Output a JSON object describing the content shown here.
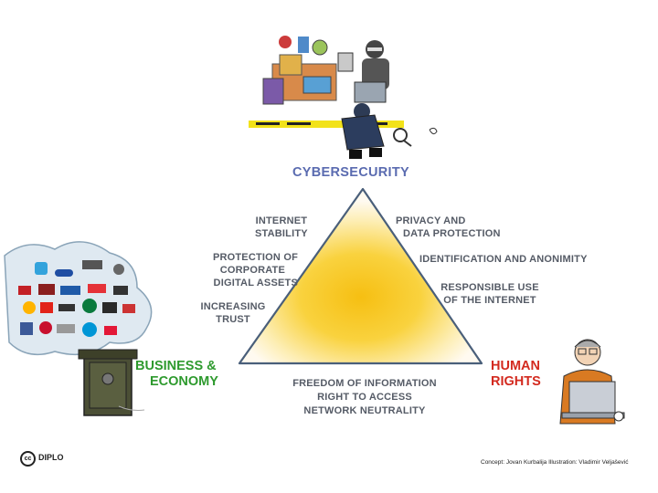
{
  "title": "CYBERSECURITY",
  "left_labels": {
    "internet_stability": [
      "INTERNET",
      "STABILITY"
    ],
    "protection": [
      "PROTECTION OF",
      "CORPORATE",
      "DIGITAL ASSETS"
    ],
    "trust": [
      "INCREASING",
      "TRUST"
    ]
  },
  "right_labels": {
    "privacy": [
      "PRIVACY  AND",
      "DATA PROTECTION"
    ],
    "identification": [
      "IDENTIFICATION AND ANONIMITY"
    ],
    "responsible": [
      "RESPONSIBLE USE",
      "OF THE INTERNET"
    ]
  },
  "bottom_labels": [
    "FREEDOM OF INFORMATION",
    "RIGHT TO ACCESS",
    "NETWORK NEUTRALITY"
  ],
  "business": [
    "BUSINESS &",
    "ECONOMY"
  ],
  "human_rights": [
    "HUMAN",
    "RIGHTS"
  ],
  "credit": "Concept: Jovan Kurbalija Illustration: Vladimir Veljašević",
  "logo": {
    "cc": "cc",
    "name": "DIPLO"
  },
  "colors": {
    "title": "#5a6bb0",
    "business": "#2e9a2e",
    "human_rights": "#d32a1f",
    "triangle_center": "#f7c21a",
    "labels": "#555b66"
  },
  "icons": [
    "crime-scene-illustration",
    "brand-logos-cloud",
    "safe-illustration",
    "person-at-laptop-illustration",
    "creative-commons-icon"
  ]
}
